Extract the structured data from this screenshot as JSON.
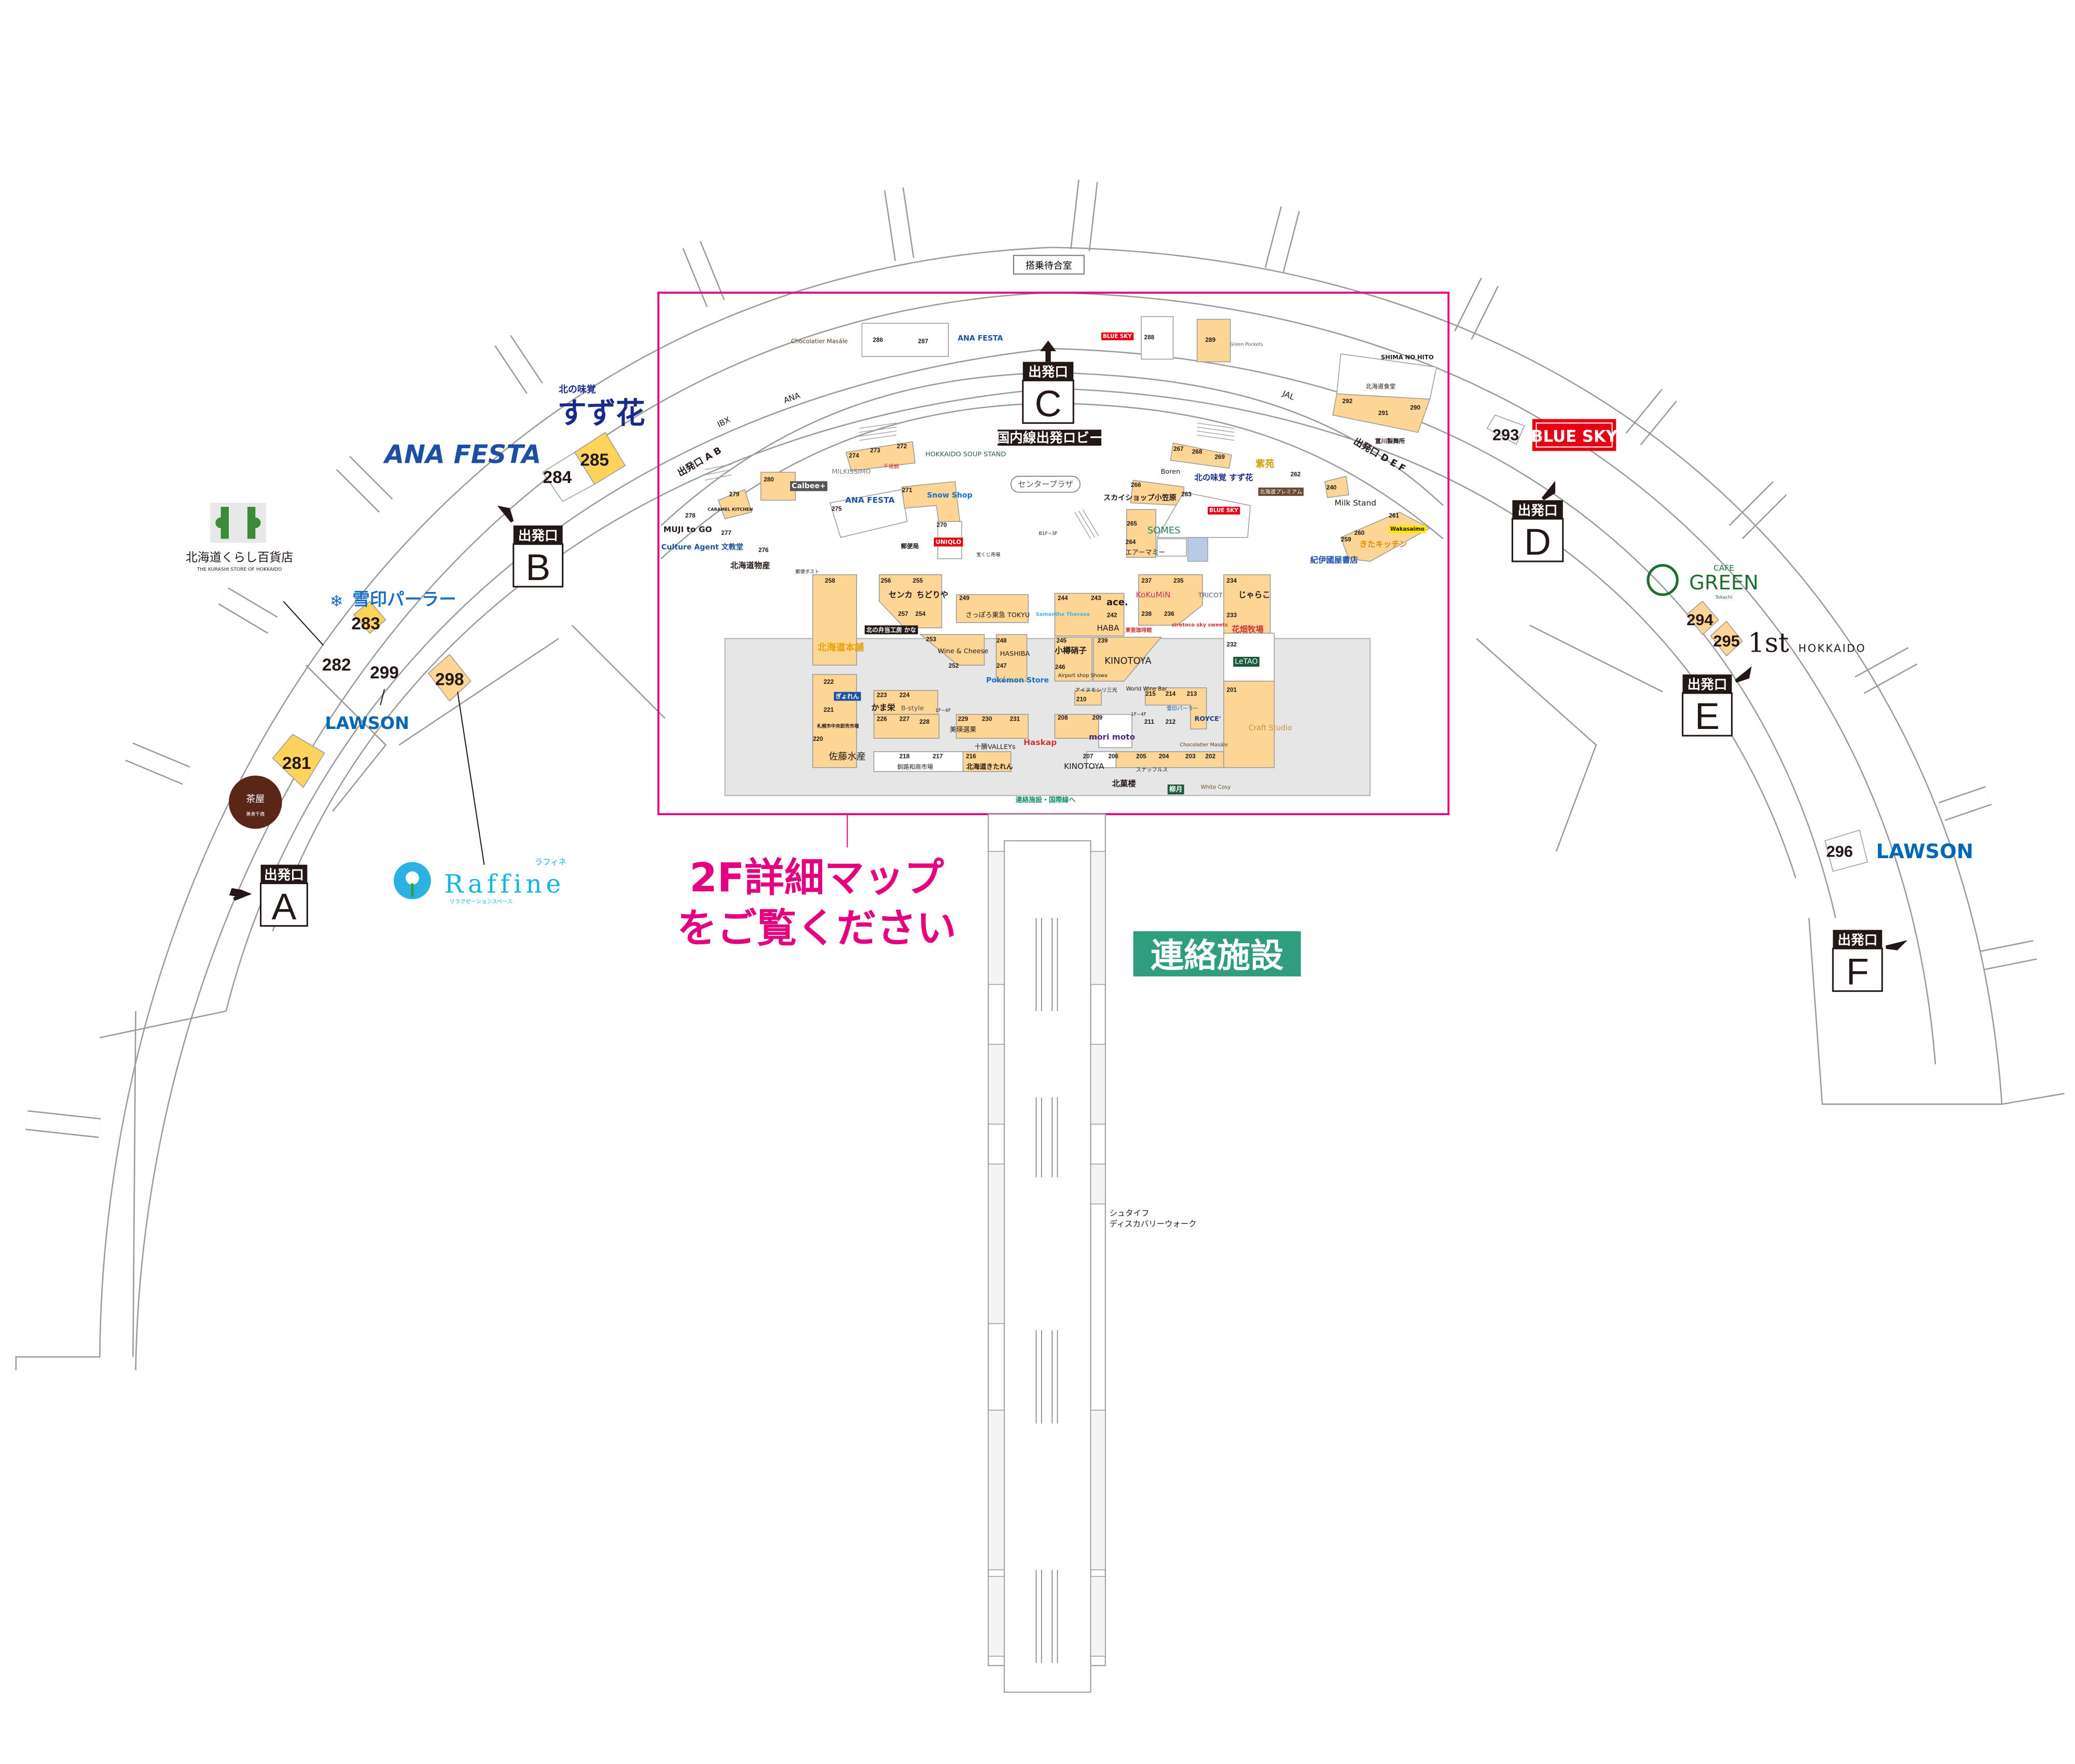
{
  "map": {
    "waiting_room": "搭乗待合室",
    "callout": {
      "line1": "2F詳細マップ",
      "line2": "をご覧ください"
    },
    "connecting_facility": "連絡施設",
    "steiff": {
      "line1": "シュタイフ",
      "line2": "ディスカバリーウォーク"
    },
    "colors": {
      "detail_frame": "#e4007f",
      "connecting": "#2e9e7e",
      "shop_tan": "#fdd696",
      "shop_yellow": "#fcd45c"
    }
  },
  "gates": [
    {
      "label": "出発口",
      "letter": "A"
    },
    {
      "label": "出発口",
      "letter": "B"
    },
    {
      "label": "出発口",
      "letter": "C",
      "sub": "国内線出発ロビー"
    },
    {
      "label": "出発口",
      "letter": "D"
    },
    {
      "label": "出発口",
      "letter": "E"
    },
    {
      "label": "出発口",
      "letter": "F"
    }
  ],
  "outer": {
    "numbers": [
      "285",
      "284",
      "283",
      "282",
      "299",
      "298",
      "281",
      "293",
      "294",
      "295",
      "296"
    ],
    "ana_festa": "ANA FESTA",
    "suzuka_small": "北の味覚",
    "suzuka": "すず花",
    "kurashi": "北海道くらし百貨店",
    "kurashi_en": "THE KURASHI STORE OF HOKKAIDO",
    "yukijirushi": "雪印パーラー",
    "lawson_left": "LAWSON",
    "chaya": "茶屋",
    "chaya_sub": "美食千歳",
    "raffine": "Raffine",
    "raffine_kana": "ラフィネ",
    "raffine_sub": "リラクゼーションスペース",
    "blue_sky": "BLUE SKY",
    "cafe": "CAFE",
    "green": "GREEN",
    "tokachi": "Tokachi",
    "first": "1st",
    "first_sub": "HOKKAIDO",
    "lawson_right": "LAWSON"
  },
  "detail": {
    "numbers": [
      "286",
      "287",
      "288",
      "289",
      "290",
      "291",
      "292",
      "272",
      "273",
      "274",
      "280",
      "279",
      "278",
      "277",
      "276",
      "275",
      "271",
      "270",
      "267",
      "268",
      "269",
      "266",
      "263",
      "262",
      "265",
      "264",
      "240",
      "261",
      "260",
      "259",
      "258",
      "256",
      "255",
      "257",
      "254",
      "249",
      "253",
      "252",
      "248",
      "247",
      "244",
      "243",
      "242",
      "245",
      "246",
      "239",
      "237",
      "235",
      "238",
      "236",
      "234",
      "233",
      "232",
      "201",
      "222",
      "221",
      "220",
      "223",
      "224",
      "226",
      "227",
      "228",
      "229",
      "230",
      "231",
      "218",
      "217",
      "216",
      "210",
      "215",
      "214",
      "213",
      "208",
      "209",
      "211",
      "212",
      "207",
      "206",
      "205",
      "204",
      "203",
      "202"
    ],
    "names": [
      "Chocolatier Masále",
      "ANA FESTA",
      "BLUE SKY",
      "Green Pockets",
      "SHIMA NO HITO",
      "北海道食堂",
      "富川製舞所",
      "HOKKAIDO SOUP STAND",
      "MILKISSIMO",
      "千歳鶴",
      "Calbee+",
      "CARAMEL KITCHEN",
      "ANA FESTA",
      "Snow Shop",
      "UNIQLO",
      "郵便局",
      "センタープラザ",
      "B1F~3F",
      "宝くじ売場",
      "MUJI to GO",
      "Culture Agent 文教堂",
      "北海道物産",
      "郵便ポスト",
      "紫苑",
      "Boren",
      "北の味覚 すず花",
      "北海道プレミアム",
      "Milk Stand",
      "スカイショップ小笠原",
      "BLUE SKY",
      "SOMES",
      "エアーマミー",
      "Wakasaimo",
      "きたキッチン",
      "紀伊國屋書店",
      "北海道本舗",
      "センカ",
      "ちどりや",
      "北の弁当工房 かな",
      "さっぽろ東急 TOKYU",
      "Wine & Cheese",
      "HASHIBA",
      "Pokémon Store",
      "ace.",
      "Samantha Thavasa",
      "HABA",
      "東亜珈琲館",
      "小樽硝子",
      "Airport shop Showa",
      "KINOTOYA",
      "KoKuMiN",
      "TRICOT",
      "siretoco sky sweets",
      "じゃらこ",
      "花畑牧場",
      "LeTAO",
      "Craft Studio",
      "ぎょれん",
      "札幌市中央卸売市場",
      "佐藤水産",
      "かま栄",
      "B-style",
      "1F~4F",
      "美瑛選果",
      "十勝VALLEYs",
      "Haskap",
      "釧路和商市場",
      "北海道きたれん",
      "連絡施設・国際線へ",
      "アイヌモシリ三光",
      "World Wine Bar",
      "雪印パーラー",
      "1F~4F",
      "ROYCE'",
      "mori moto",
      "Chocolatier Masále",
      "KINOTOYA",
      "スナッフルス",
      "北菓楼",
      "柳月",
      "White Cosy",
      "ANA",
      "IBX",
      "JAL",
      "出発口 A B",
      "出発口 D E F"
    ]
  }
}
